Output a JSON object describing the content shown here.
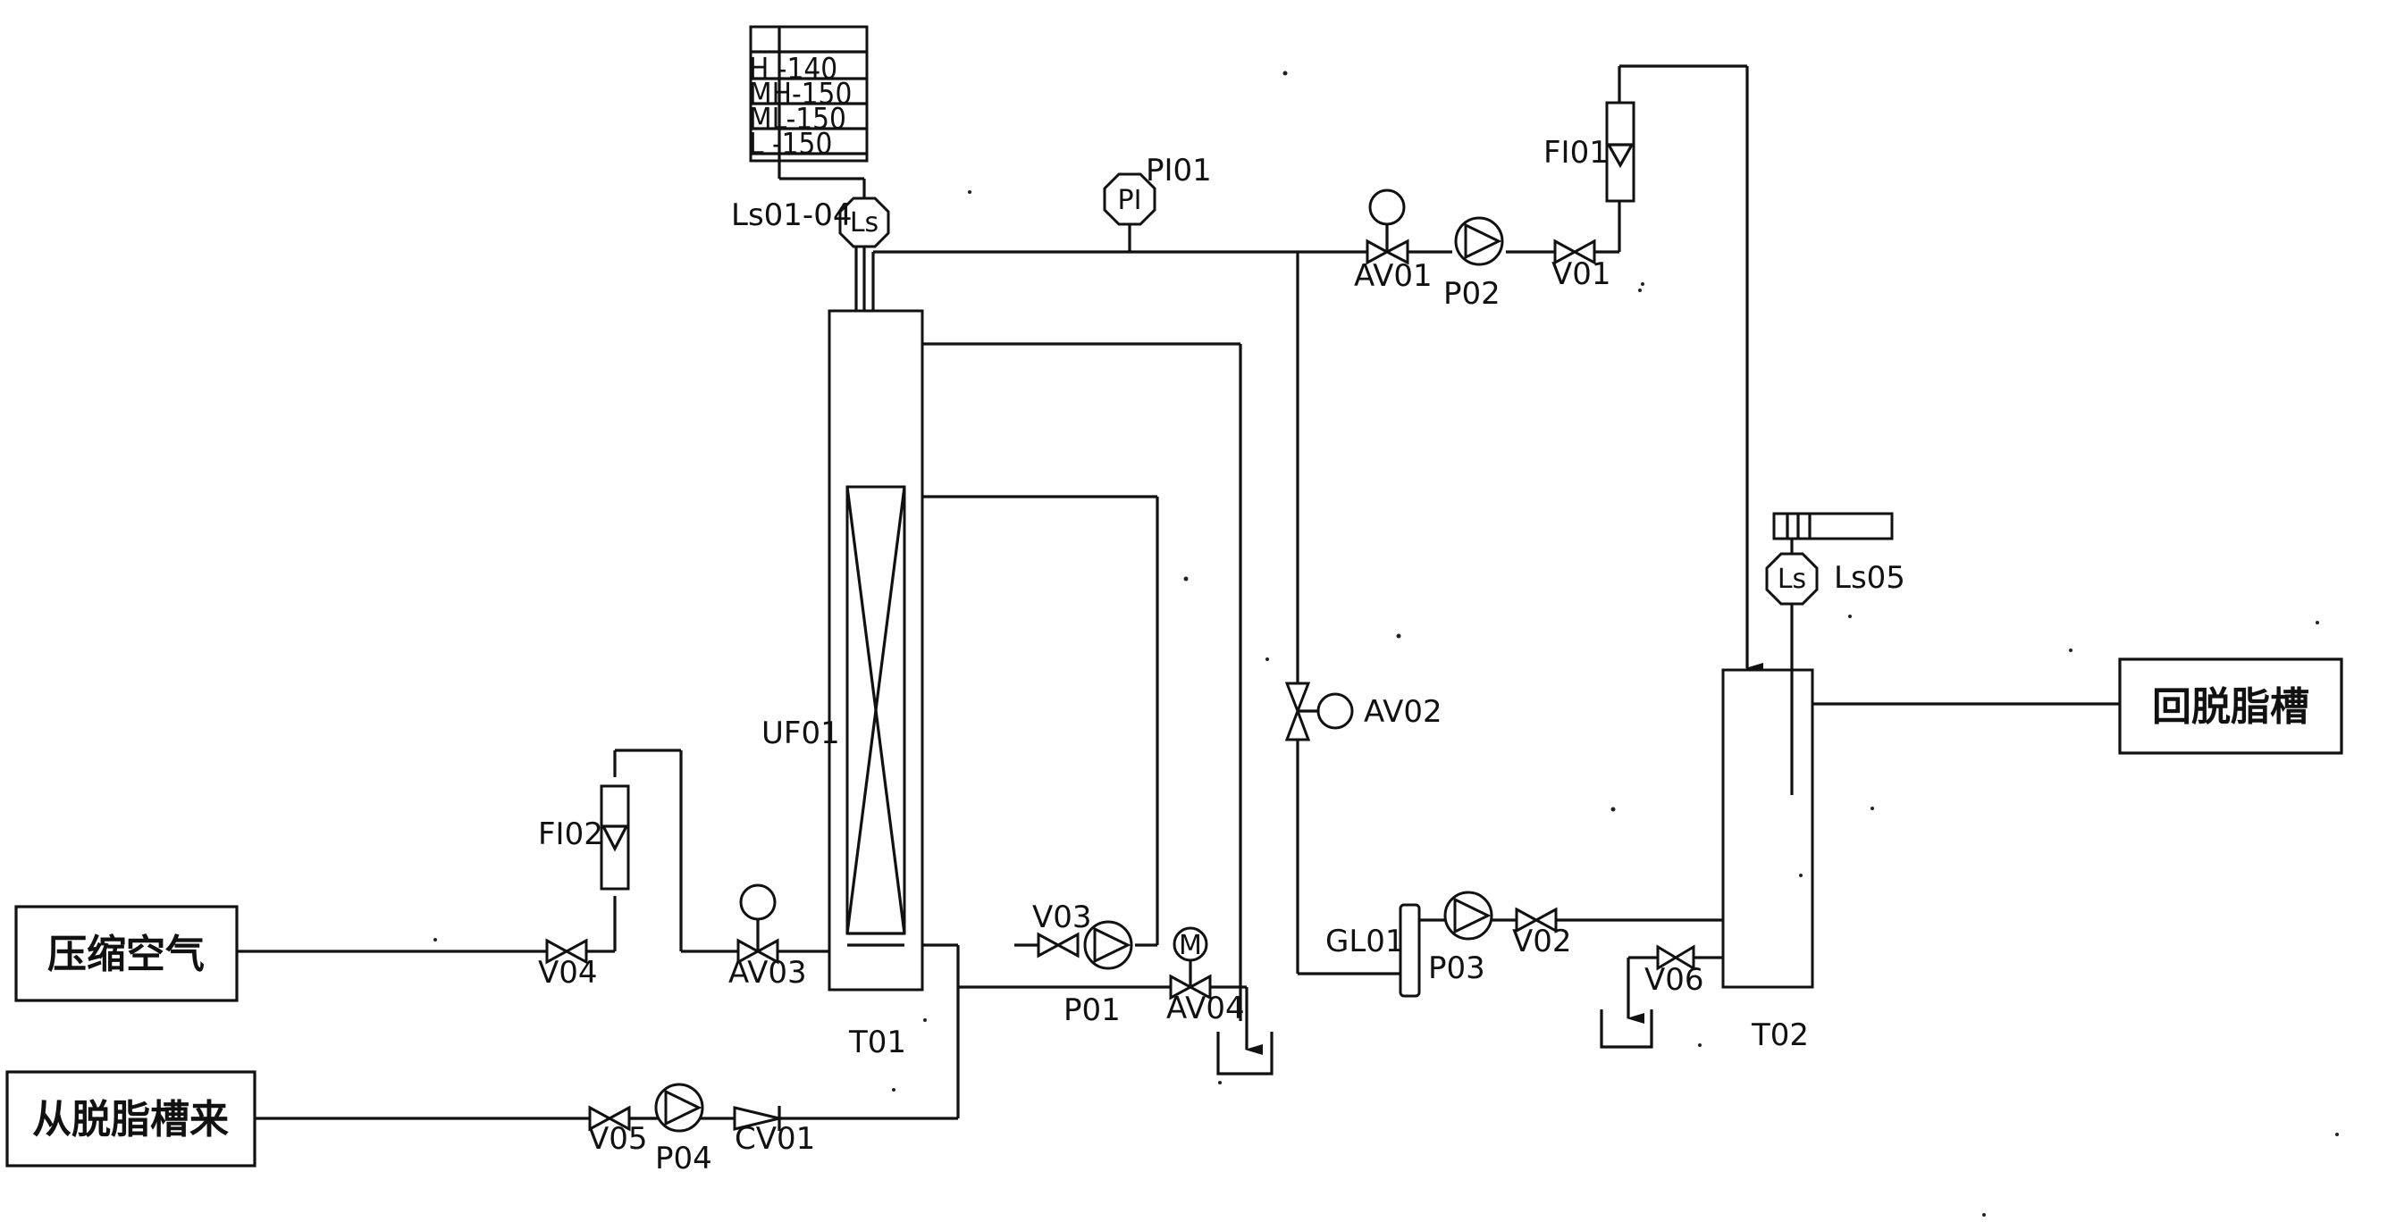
{
  "terminals": {
    "compressed_air": "压缩空气",
    "from_degreasing_tank": "从脱脂槽来",
    "return_degreasing_tank": "回脱脂槽"
  },
  "equipment": {
    "tank_t01": "T01",
    "tank_t02": "T02",
    "uf_module": "UF01",
    "filter_gl01": "GL01"
  },
  "pumps": {
    "p01": "P01",
    "p02": "P02",
    "p03": "P03",
    "p04": "P04"
  },
  "valves": {
    "v01": "V01",
    "v02": "V02",
    "v03": "V03",
    "v04": "V04",
    "v05": "V05",
    "v06": "V06",
    "av01": "AV01",
    "av02": "AV02",
    "av03": "AV03",
    "av04": "AV04",
    "cv01": "CV01"
  },
  "instruments": {
    "pi01": "PI01",
    "pi_symbol": "PI",
    "fi01": "FI01",
    "fi02": "FI02",
    "ls01_04": "Ls01-04",
    "ls05": "Ls05",
    "ls_symbol": "Ls",
    "motor_symbol": "M"
  },
  "level_settings": [
    "H -140",
    "MH-150",
    "ML-150",
    "L -150"
  ]
}
